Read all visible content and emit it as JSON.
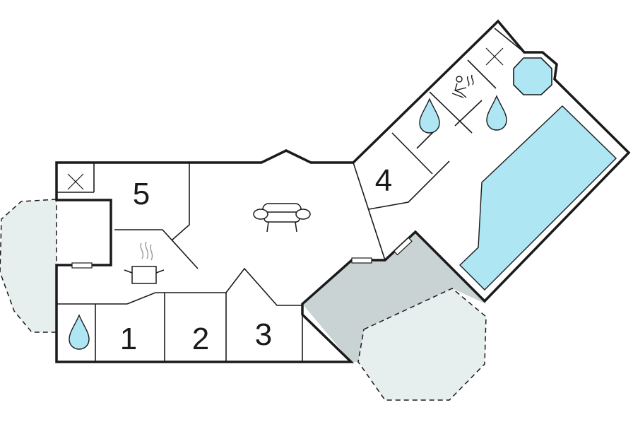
{
  "colors": {
    "wall": "#1a1a1a",
    "pool": "#aee6f3",
    "water_drop": "#aee6f3",
    "terrace_covered": "#c9d3d4",
    "terrace_open": "#e7eeee",
    "background": "#ffffff"
  },
  "rooms": [
    {
      "key": "room_1",
      "label": "1"
    },
    {
      "key": "room_2",
      "label": "2"
    },
    {
      "key": "room_3",
      "label": "3"
    },
    {
      "key": "room_4",
      "label": "4"
    },
    {
      "key": "room_5",
      "label": "5"
    }
  ],
  "icons": [
    "toilet-icon",
    "water-drop-icon",
    "sofa-icon",
    "cooking-pot-icon",
    "sauna-icon",
    "hot-tub-icon"
  ]
}
